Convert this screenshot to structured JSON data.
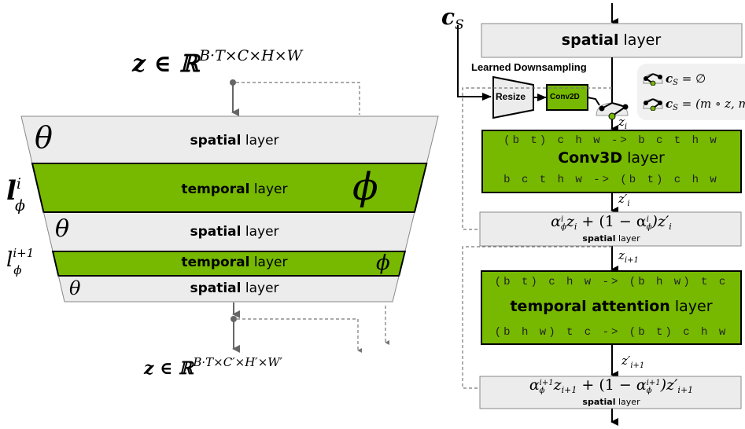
{
  "colors": {
    "green": "#76b900",
    "gray_fill": "#ececec",
    "legend_bg": "#f1f1f1",
    "arrow_gray": "#666666",
    "dash_gray": "#777777"
  },
  "left_panel": {
    "input_label": "z ∈ ℝ",
    "input_superscript": "B·T×C×H×W",
    "output_label": "z ∈ ℝ",
    "output_superscript": "B·T×C′×H′×W′",
    "layers": [
      {
        "kind": "spatial",
        "bold": "spatial",
        "rest": " layer",
        "param": "θ"
      },
      {
        "kind": "temporal",
        "bold": "temporal",
        "rest": " layer",
        "param": "ϕ",
        "side_label": "l",
        "side_sup": "i",
        "side_sub": "ϕ"
      },
      {
        "kind": "spatial",
        "bold": "spatial",
        "rest": " layer",
        "param": "θ"
      },
      {
        "kind": "temporal",
        "bold": "temporal",
        "rest": " layer",
        "param": "ϕ",
        "side_label": "l",
        "side_sup": "i+1",
        "side_sub": "ϕ"
      },
      {
        "kind": "spatial",
        "bold": "spatial",
        "rest": " layer",
        "param": "θ"
      }
    ]
  },
  "right_panel": {
    "cond_label": "c",
    "cond_sub": "S",
    "top_spatial": {
      "bold": "spatial",
      "rest": " layer"
    },
    "learned_downsampling": "Learned Downsampling",
    "resize": "Resize",
    "conv2d": "Conv2D",
    "z_i": {
      "base": "z",
      "sub": "i"
    },
    "conv3d": {
      "line1": "(b t) c h w -> b c t h w",
      "bold": "Conv3D",
      "rest": " layer",
      "line2": "b c t h w -> (b t) c h w"
    },
    "z_i_prime": {
      "base": "z′",
      "sub": "i"
    },
    "blend1": {
      "formula": "α",
      "formula_html_parts": [
        "α",
        "i",
        "ϕ",
        "z",
        "i",
        " + (1 − α",
        "i",
        "ϕ",
        ")z′",
        "i"
      ],
      "bold": "spatial",
      "rest": " layer"
    },
    "z_i1": {
      "base": "z",
      "sub": "i+1"
    },
    "temporal_attention": {
      "line1": "(b t) c h w -> (b h w) t c",
      "bold": "temporal attention",
      "rest": " layer",
      "line2": "(b h w) t c -> (b t) c h w"
    },
    "z_i1_prime": {
      "base": "z′",
      "sub": "i+1"
    },
    "blend2": {
      "bold": "spatial",
      "rest": " layer"
    },
    "legend": [
      {
        "icon": "switch-open-icon",
        "lhs": "c",
        "lhs_sub": "S",
        "rhs": " = ∅"
      },
      {
        "icon": "switch-closed-icon",
        "lhs": "c",
        "lhs_sub": "S",
        "rhs": " = (m ∘ z, m"
      }
    ]
  }
}
